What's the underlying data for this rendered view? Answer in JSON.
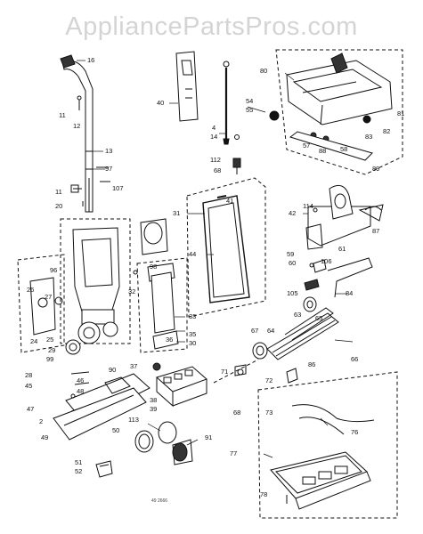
{
  "watermark": "AppliancePartsPros.com",
  "drawing_stamp": "49 2666",
  "callouts": [
    "16",
    "13",
    "11",
    "12",
    "97",
    "107",
    "11",
    "20",
    "40",
    "4",
    "14",
    "54",
    "55",
    "80",
    "81",
    "82",
    "57",
    "83",
    "58",
    "88",
    "89",
    "112",
    "68",
    "42",
    "114",
    "87",
    "31",
    "41",
    "44",
    "96",
    "26",
    "27",
    "24",
    "25",
    "29",
    "32",
    "98",
    "33",
    "36",
    "35",
    "30",
    "59",
    "61",
    "106",
    "60",
    "84",
    "105",
    "63",
    "67",
    "65",
    "64",
    "66",
    "28",
    "45",
    "46",
    "47",
    "48",
    "49",
    "37",
    "38",
    "39",
    "90",
    "71",
    "72",
    "86",
    "68",
    "50",
    "113",
    "91",
    "51",
    "52",
    "73",
    "76",
    "77",
    "78",
    "99",
    "2"
  ]
}
